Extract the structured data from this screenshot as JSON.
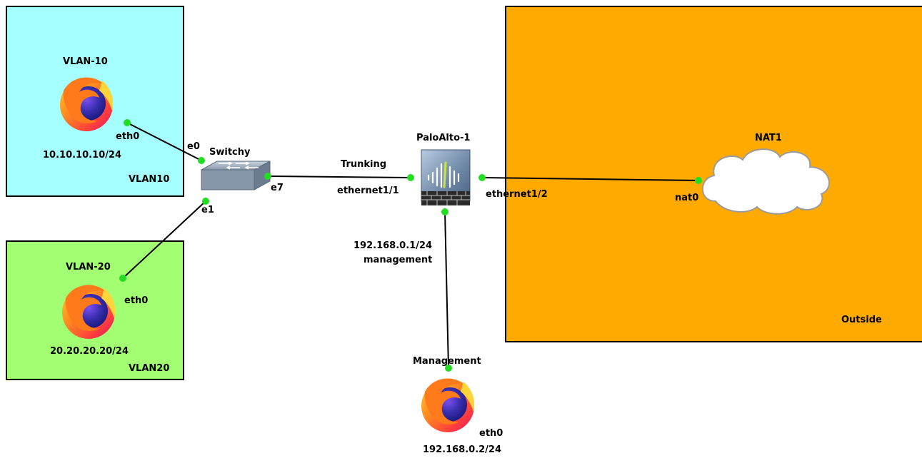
{
  "zones": {
    "vlan10": {
      "label": "VLAN10",
      "fill": "#a6ffff"
    },
    "vlan20": {
      "label": "VLAN20",
      "fill": "#a3ff72"
    },
    "outside": {
      "label": "Outside",
      "fill": "#ffaa00"
    }
  },
  "nodes": {
    "pc_vlan10": {
      "name": "VLAN-10",
      "iface": "eth0",
      "ip": "10.10.10.10/24",
      "icon": "firefox-icon"
    },
    "pc_vlan20": {
      "name": "VLAN-20",
      "iface": "eth0",
      "ip": "20.20.20.20/24",
      "icon": "firefox-icon"
    },
    "pc_mgmt": {
      "name": "Management",
      "iface": "eth0",
      "ip": "192.168.0.2/24",
      "icon": "firefox-icon"
    },
    "switch": {
      "name": "Switchy",
      "ports": {
        "e0": "e0",
        "e1": "e1",
        "e7": "e7"
      },
      "icon": "switch-icon"
    },
    "firewall": {
      "name": "PaloAlto-1",
      "ports": {
        "p1": "ethernet1/1",
        "p2": "ethernet1/2"
      },
      "mgmt_ip": "192.168.0.1/24",
      "mgmt_label": "management",
      "icon": "firewall-icon"
    },
    "nat": {
      "name": "NAT1",
      "port": "nat0",
      "icon": "cloud-icon"
    }
  },
  "links": {
    "trunk_label": "Trunking"
  },
  "colors": {
    "link": "#000000",
    "port_dot": "#22dd22"
  }
}
